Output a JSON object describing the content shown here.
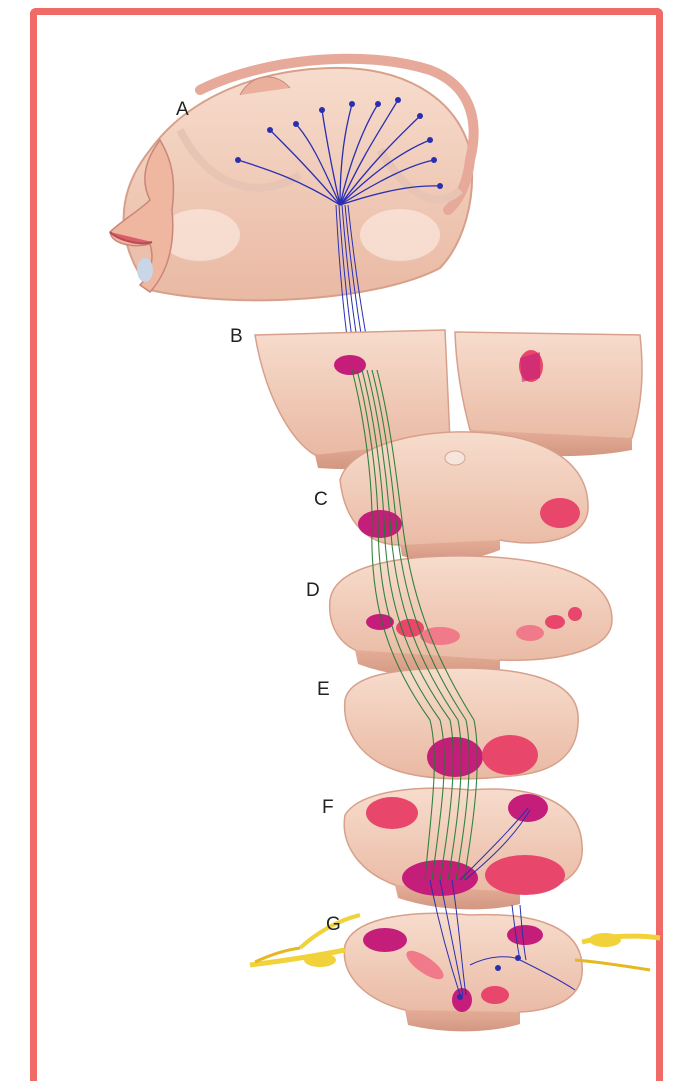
{
  "figure": {
    "frame_color": "#f06a66",
    "fiber_colors": {
      "cortical": "#2a2fb0",
      "descending": "#1f7a2e"
    },
    "tissue_color": "#f3cbb8",
    "tract_colors": [
      "#c41e7a",
      "#e8466a",
      "#f07a8a"
    ],
    "ganglion_color": "#f2d23a",
    "labels": [
      {
        "id": "A",
        "text": "A"
      },
      {
        "id": "B",
        "text": "B"
      },
      {
        "id": "C",
        "text": "C"
      },
      {
        "id": "D",
        "text": "D"
      },
      {
        "id": "E",
        "text": "E"
      },
      {
        "id": "F",
        "text": "F"
      },
      {
        "id": "G",
        "text": "G"
      }
    ]
  }
}
